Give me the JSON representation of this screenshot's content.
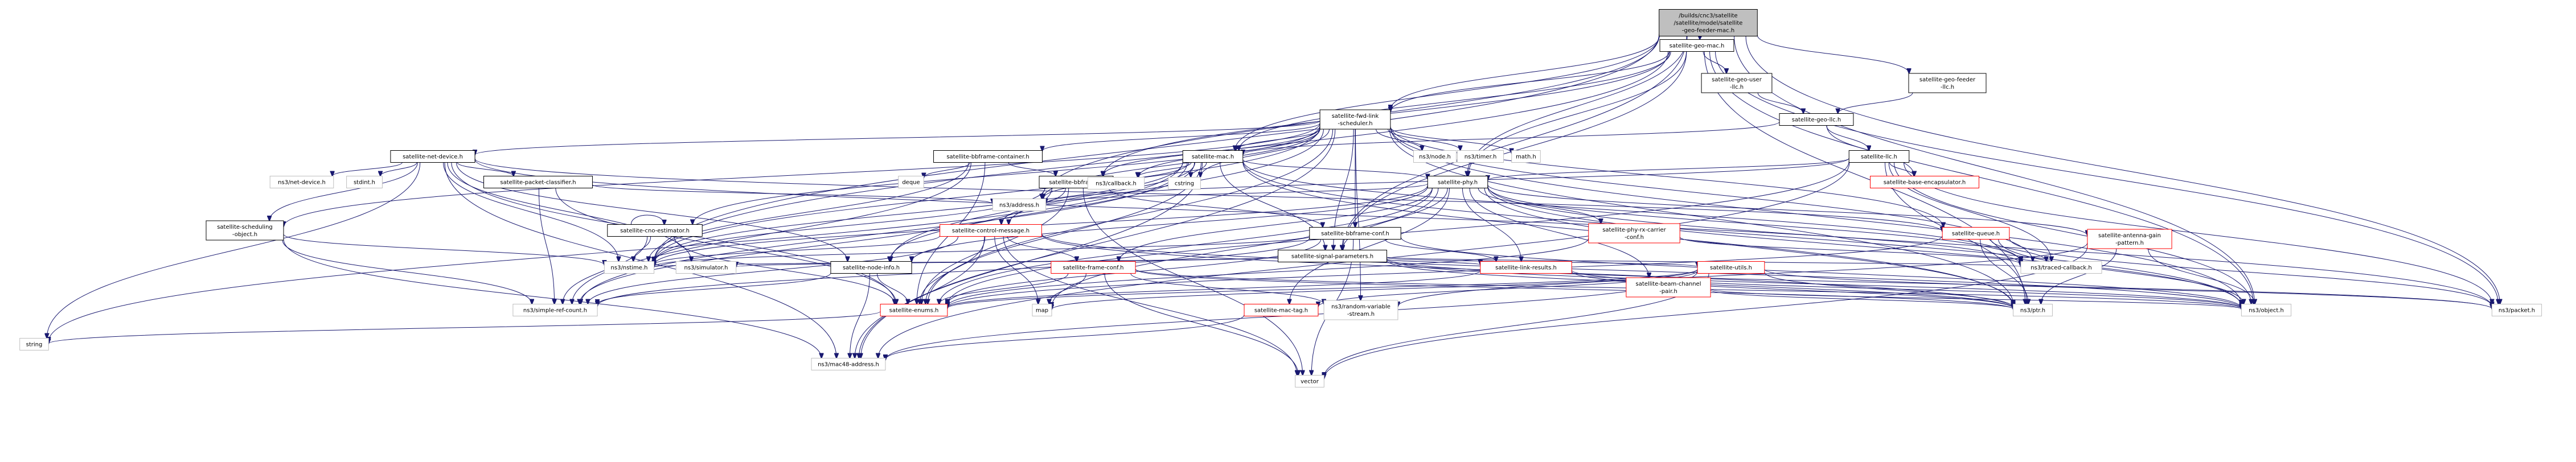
{
  "graph": {
    "colors": {
      "edge": "#191970",
      "node_fill": "#ffffff",
      "node_border_normal": "#000000",
      "node_border_truncated": "#ff0000",
      "node_border_plain": "#bfbfbf",
      "root_fill": "#bfbfbf",
      "root_border": "#000000"
    },
    "nodes": [
      {
        "id": "root",
        "label": "/builds/cnc3/satellite\n/satellite/model/satellite\n-geo-feeder-mac.h",
        "style": "root"
      },
      {
        "id": "geomac",
        "label": "satellite-geo-mac.h",
        "style": "normal"
      },
      {
        "id": "geouser",
        "label": "satellite-geo-user\n-llc.h",
        "style": "normal"
      },
      {
        "id": "geofeederllc",
        "label": "satellite-geo-feeder\n-llc.h",
        "style": "normal"
      },
      {
        "id": "fwd",
        "label": "satellite-fwd-link\n-scheduler.h",
        "style": "normal"
      },
      {
        "id": "geollc",
        "label": "satellite-geo-llc.h",
        "style": "normal"
      },
      {
        "id": "llc",
        "label": "satellite-llc.h",
        "style": "normal"
      },
      {
        "id": "netdev",
        "label": "satellite-net-device.h",
        "style": "normal"
      },
      {
        "id": "bbcont",
        "label": "satellite-bbframe-container.h",
        "style": "normal"
      },
      {
        "id": "mac",
        "label": "satellite-mac.h",
        "style": "normal"
      },
      {
        "id": "nsnode",
        "label": "ns3/node.h",
        "style": "plain"
      },
      {
        "id": "nstimer",
        "label": "ns3/timer.h",
        "style": "plain"
      },
      {
        "id": "math",
        "label": "math.h",
        "style": "plain"
      },
      {
        "id": "baseenc",
        "label": "satellite-base-encapsulator.h",
        "style": "truncated"
      },
      {
        "id": "nsnetdev",
        "label": "ns3/net-device.h",
        "style": "plain"
      },
      {
        "id": "stdint",
        "label": "stdint.h",
        "style": "plain"
      },
      {
        "id": "pktclass",
        "label": "satellite-packet-classifier.h",
        "style": "normal"
      },
      {
        "id": "deque",
        "label": "deque",
        "style": "plain"
      },
      {
        "id": "bbframe",
        "label": "satellite-bbframe.h",
        "style": "normal"
      },
      {
        "id": "nscallback",
        "label": "ns3/callback.h",
        "style": "plain"
      },
      {
        "id": "cstring",
        "label": "cstring",
        "style": "plain"
      },
      {
        "id": "phy",
        "label": "satellite-phy.h",
        "style": "normal"
      },
      {
        "id": "queue",
        "label": "satellite-queue.h",
        "style": "truncated"
      },
      {
        "id": "schedobj",
        "label": "satellite-scheduling\n-object.h",
        "style": "normal"
      },
      {
        "id": "cno",
        "label": "satellite-cno-estimator.h",
        "style": "normal"
      },
      {
        "id": "ctrlmsg",
        "label": "satellite-control-message.h",
        "style": "truncated"
      },
      {
        "id": "nsaddress",
        "label": "ns3/address.h",
        "style": "plain"
      },
      {
        "id": "bbconf",
        "label": "satellite-bbframe-conf.h",
        "style": "normal"
      },
      {
        "id": "sigparams",
        "label": "satellite-signal-parameters.h",
        "style": "normal"
      },
      {
        "id": "phyrx",
        "label": "satellite-phy-rx-carrier\n-conf.h",
        "style": "truncated"
      },
      {
        "id": "antenna",
        "label": "satellite-antenna-gain\n-pattern.h",
        "style": "truncated"
      },
      {
        "id": "nssim",
        "label": "ns3/simulator.h",
        "style": "plain"
      },
      {
        "id": "nsnstime",
        "label": "ns3/nstime.h",
        "style": "plain"
      },
      {
        "id": "nodeinfo",
        "label": "satellite-node-info.h",
        "style": "normal"
      },
      {
        "id": "frameconf",
        "label": "satellite-frame-conf.h",
        "style": "truncated"
      },
      {
        "id": "linkres",
        "label": "satellite-link-results.h",
        "style": "truncated"
      },
      {
        "id": "utils",
        "label": "satellite-utils.h",
        "style": "truncated"
      },
      {
        "id": "beamch",
        "label": "satellite-beam-channel\n-pair.h",
        "style": "truncated"
      },
      {
        "id": "nstraced",
        "label": "ns3/traced-callback.h",
        "style": "plain"
      },
      {
        "id": "enums",
        "label": "satellite-enums.h",
        "style": "truncated"
      },
      {
        "id": "map",
        "label": "map",
        "style": "plain"
      },
      {
        "id": "nsrandom",
        "label": "ns3/random-variable\n-stream.h",
        "style": "plain"
      },
      {
        "id": "nsptr",
        "label": "ns3/ptr.h",
        "style": "plain"
      },
      {
        "id": "nsobject",
        "label": "ns3/object.h",
        "style": "plain"
      },
      {
        "id": "nspacket",
        "label": "ns3/packet.h",
        "style": "plain"
      },
      {
        "id": "nssimpleref",
        "label": "ns3/simple-ref-count.h",
        "style": "plain"
      },
      {
        "id": "mactag",
        "label": "satellite-mac-tag.h",
        "style": "truncated"
      },
      {
        "id": "string",
        "label": "string",
        "style": "plain"
      },
      {
        "id": "nsmac48",
        "label": "ns3/mac48-address.h",
        "style": "plain"
      },
      {
        "id": "vector",
        "label": "vector",
        "style": "plain"
      }
    ],
    "edges": [
      [
        "root",
        "geomac"
      ],
      [
        "root",
        "geofeederllc"
      ],
      [
        "root",
        "fwd"
      ],
      [
        "root",
        "mac"
      ],
      [
        "root",
        "phy"
      ],
      [
        "root",
        "sigparams"
      ],
      [
        "root",
        "nsnstime"
      ],
      [
        "root",
        "nsobject"
      ],
      [
        "root",
        "nspacket"
      ],
      [
        "root",
        "nsaddress"
      ],
      [
        "geomac",
        "geouser"
      ],
      [
        "geomac",
        "fwd"
      ],
      [
        "geomac",
        "mac"
      ],
      [
        "geomac",
        "phy"
      ],
      [
        "geomac",
        "sigparams"
      ],
      [
        "geomac",
        "bbframe"
      ],
      [
        "geomac",
        "nsnstime"
      ],
      [
        "geomac",
        "nsptr"
      ],
      [
        "geomac",
        "nsobject"
      ],
      [
        "geomac",
        "nspacket"
      ],
      [
        "geouser",
        "geollc"
      ],
      [
        "geofeederllc",
        "geollc"
      ],
      [
        "geollc",
        "llc"
      ],
      [
        "geollc",
        "baseenc"
      ],
      [
        "geollc",
        "mac"
      ],
      [
        "llc",
        "baseenc"
      ],
      [
        "llc",
        "phy"
      ],
      [
        "llc",
        "nsptr"
      ],
      [
        "llc",
        "nsobject"
      ],
      [
        "llc",
        "nspacket"
      ],
      [
        "llc",
        "nstraced"
      ],
      [
        "llc",
        "nsmac48"
      ],
      [
        "llc",
        "enums"
      ],
      [
        "llc",
        "nsaddress"
      ],
      [
        "fwd",
        "netdev"
      ],
      [
        "fwd",
        "bbcont"
      ],
      [
        "fwd",
        "mac"
      ],
      [
        "fwd",
        "nsnode"
      ],
      [
        "fwd",
        "nstimer"
      ],
      [
        "fwd",
        "math"
      ],
      [
        "fwd",
        "cno"
      ],
      [
        "fwd",
        "schedobj"
      ],
      [
        "fwd",
        "bbframe"
      ],
      [
        "fwd",
        "bbconf"
      ],
      [
        "fwd",
        "sigparams"
      ],
      [
        "fwd",
        "nsaddress"
      ],
      [
        "fwd",
        "nsnstime"
      ],
      [
        "fwd",
        "nsobject"
      ],
      [
        "fwd",
        "nsptr"
      ],
      [
        "fwd",
        "nscallback"
      ],
      [
        "fwd",
        "cstring"
      ],
      [
        "fwd",
        "nsmac48"
      ],
      [
        "fwd",
        "nstraced"
      ],
      [
        "fwd",
        "queue"
      ],
      [
        "fwd",
        "nsrandom"
      ],
      [
        "fwd",
        "nodeinfo"
      ],
      [
        "fwd",
        "enums"
      ],
      [
        "netdev",
        "nsnetdev"
      ],
      [
        "netdev",
        "stdint"
      ],
      [
        "netdev",
        "string"
      ],
      [
        "netdev",
        "pktclass"
      ],
      [
        "netdev",
        "schedobj"
      ],
      [
        "netdev",
        "nsnstime"
      ],
      [
        "netdev",
        "nsmac48"
      ],
      [
        "netdev",
        "enums"
      ],
      [
        "netdev",
        "nodeinfo"
      ],
      [
        "netdev",
        "nstraced"
      ],
      [
        "netdev",
        "queue"
      ],
      [
        "netdev",
        "nssim"
      ],
      [
        "pktclass",
        "nsaddress"
      ],
      [
        "pktclass",
        "nssimpleref"
      ],
      [
        "pktclass",
        "enums"
      ],
      [
        "bbcont",
        "deque"
      ],
      [
        "bbcont",
        "bbframe"
      ],
      [
        "bbcont",
        "enums"
      ],
      [
        "bbcont",
        "nssimpleref"
      ],
      [
        "bbcont",
        "nsnstime"
      ],
      [
        "mac",
        "nsnstime"
      ],
      [
        "mac",
        "nscallback"
      ],
      [
        "mac",
        "cstring"
      ],
      [
        "mac",
        "nsaddress"
      ],
      [
        "mac",
        "nstraced"
      ],
      [
        "mac",
        "nsobject"
      ],
      [
        "mac",
        "nsptr"
      ],
      [
        "mac",
        "phy"
      ],
      [
        "mac",
        "sigparams"
      ],
      [
        "mac",
        "ctrlmsg"
      ],
      [
        "mac",
        "nodeinfo"
      ],
      [
        "mac",
        "nssimpleref"
      ],
      [
        "mac",
        "nsmac48"
      ],
      [
        "mac",
        "enums"
      ],
      [
        "mac",
        "string"
      ],
      [
        "bbframe",
        "bbconf"
      ],
      [
        "bbframe",
        "ctrlmsg"
      ],
      [
        "bbframe",
        "nssimpleref"
      ],
      [
        "bbframe",
        "enums"
      ],
      [
        "bbframe",
        "nsnstime"
      ],
      [
        "bbframe",
        "vector"
      ],
      [
        "phy",
        "nsaddress"
      ],
      [
        "phy",
        "nsnstime"
      ],
      [
        "phy",
        "nsptr"
      ],
      [
        "phy",
        "nsobject"
      ],
      [
        "phy",
        "nspacket"
      ],
      [
        "phy",
        "nstraced"
      ],
      [
        "phy",
        "sigparams"
      ],
      [
        "phy",
        "phyrx"
      ],
      [
        "phy",
        "antenna"
      ],
      [
        "phy",
        "beamch"
      ],
      [
        "phy",
        "nodeinfo"
      ],
      [
        "phy",
        "enums"
      ],
      [
        "phy",
        "map"
      ],
      [
        "phy",
        "linkres"
      ],
      [
        "phy",
        "mactag"
      ],
      [
        "phy",
        "frameconf"
      ],
      [
        "queue",
        "nstraced"
      ],
      [
        "queue",
        "nsobject"
      ],
      [
        "queue",
        "nspacket"
      ],
      [
        "queue",
        "nsptr"
      ],
      [
        "queue",
        "enums"
      ],
      [
        "schedobj",
        "nssimpleref"
      ],
      [
        "schedobj",
        "nsnstime"
      ],
      [
        "schedobj",
        "nsmac48"
      ],
      [
        "cno",
        "nsnstime"
      ],
      [
        "cno",
        "nssimpleref"
      ],
      [
        "cno",
        "enums"
      ],
      [
        "cno",
        "cno"
      ],
      [
        "ctrlmsg",
        "nssimpleref"
      ],
      [
        "ctrlmsg",
        "frameconf"
      ],
      [
        "ctrlmsg",
        "map"
      ],
      [
        "ctrlmsg",
        "nsmac48"
      ],
      [
        "ctrlmsg",
        "vector"
      ],
      [
        "ctrlmsg",
        "enums"
      ],
      [
        "ctrlmsg",
        "nsnstime"
      ],
      [
        "ctrlmsg",
        "nsptr"
      ],
      [
        "ctrlmsg",
        "nsobject"
      ],
      [
        "bbconf",
        "linkres"
      ],
      [
        "bbconf",
        "enums"
      ],
      [
        "bbconf",
        "nsnstime"
      ],
      [
        "bbconf",
        "nsobject"
      ],
      [
        "bbconf",
        "vector"
      ],
      [
        "bbconf",
        "nssimpleref"
      ],
      [
        "sigparams",
        "nsptr"
      ],
      [
        "sigparams",
        "nsobject"
      ],
      [
        "sigparams",
        "nspacket"
      ],
      [
        "sigparams",
        "nsnstime"
      ],
      [
        "sigparams",
        "utils"
      ],
      [
        "sigparams",
        "linkres"
      ],
      [
        "sigparams",
        "nstraced"
      ],
      [
        "sigparams",
        "nssim"
      ],
      [
        "phyrx",
        "enums"
      ],
      [
        "phyrx",
        "nstraced"
      ],
      [
        "antenna",
        "nsobject"
      ],
      [
        "antenna",
        "nsptr"
      ],
      [
        "antenna",
        "vector"
      ],
      [
        "antenna",
        "nsrandom"
      ],
      [
        "nodeinfo",
        "nsmac48"
      ],
      [
        "nodeinfo",
        "enums"
      ],
      [
        "nodeinfo",
        "nssimpleref"
      ],
      [
        "frameconf",
        "enums"
      ],
      [
        "frameconf",
        "vector"
      ],
      [
        "frameconf",
        "nsptr"
      ],
      [
        "frameconf",
        "nsobject"
      ],
      [
        "frameconf",
        "map"
      ],
      [
        "frameconf",
        "nsrandom"
      ],
      [
        "linkres",
        "nsobject"
      ],
      [
        "linkres",
        "nsptr"
      ],
      [
        "linkres",
        "enums"
      ],
      [
        "utils",
        "vector"
      ],
      [
        "utils",
        "nsmac48"
      ],
      [
        "utils",
        "nsptr"
      ],
      [
        "utils",
        "map"
      ],
      [
        "utils",
        "nspacket"
      ],
      [
        "utils",
        "mactag"
      ],
      [
        "utils",
        "enums"
      ],
      [
        "beamch",
        "nsobject"
      ],
      [
        "beamch",
        "nsptr"
      ],
      [
        "enums",
        "string"
      ],
      [
        "mactag",
        "nsmac48"
      ]
    ]
  }
}
